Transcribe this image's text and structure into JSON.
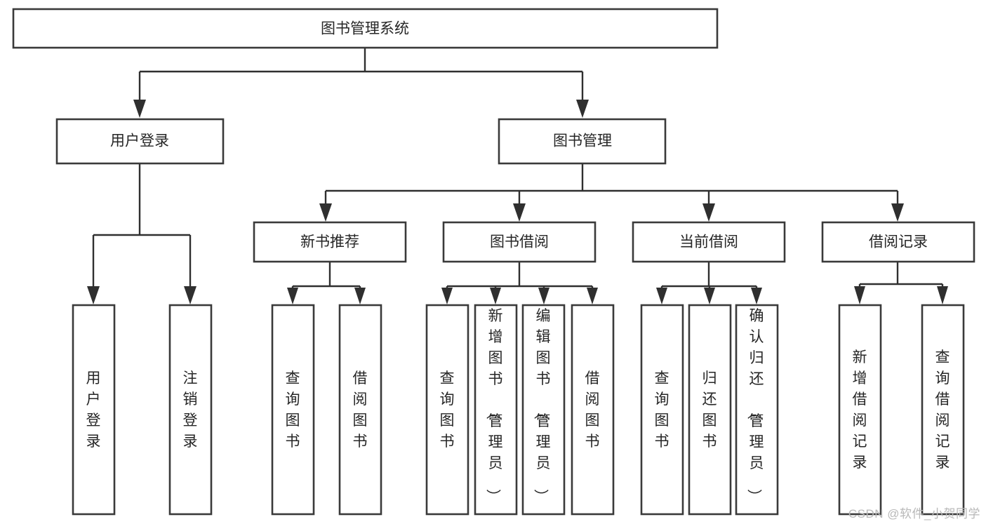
{
  "diagram": {
    "title": "图书管理系统",
    "type": "tree-hierarchy-chart",
    "orientation": "top-down",
    "colors": {
      "box_fill": "#ffffff",
      "box_stroke": "#3a3a3a",
      "edge": "#2f2f2f",
      "text": "#262626",
      "background": "#ffffff",
      "watermark": "#b8b8b8"
    },
    "root": {
      "id": "root",
      "label": "图书管理系统",
      "orientation": "horizontal"
    },
    "level2": [
      {
        "id": "user-login",
        "label": "用户登录",
        "orientation": "horizontal"
      },
      {
        "id": "book-management",
        "label": "图书管理",
        "orientation": "horizontal"
      }
    ],
    "level3": [
      {
        "id": "new-book-recommend",
        "label": "新书推荐",
        "orientation": "horizontal",
        "parent": "book-management"
      },
      {
        "id": "book-borrow",
        "label": "图书借阅",
        "orientation": "horizontal",
        "parent": "book-management"
      },
      {
        "id": "current-borrow",
        "label": "当前借阅",
        "orientation": "horizontal",
        "parent": "book-management"
      },
      {
        "id": "borrow-record",
        "label": "借阅记录",
        "orientation": "horizontal",
        "parent": "book-management"
      }
    ],
    "leaves": [
      {
        "id": "leaf-user-login",
        "label": "用户登录",
        "orientation": "vertical",
        "parent": "user-login",
        "align": "middle"
      },
      {
        "id": "leaf-user-logout",
        "label": "注销登录",
        "orientation": "vertical",
        "parent": "user-login",
        "align": "middle"
      },
      {
        "id": "leaf-query-book-1",
        "label": "查询图书",
        "orientation": "vertical",
        "parent": "new-book-recommend",
        "align": "middle"
      },
      {
        "id": "leaf-borrow-book-1",
        "label": "借阅图书",
        "orientation": "vertical",
        "parent": "new-book-recommend",
        "align": "middle"
      },
      {
        "id": "leaf-query-book-2",
        "label": "查询图书",
        "orientation": "vertical",
        "parent": "book-borrow",
        "align": "middle"
      },
      {
        "id": "leaf-add-book",
        "label": "新增图书（管理员）",
        "orientation": "vertical",
        "parent": "book-borrow",
        "align": "top"
      },
      {
        "id": "leaf-edit-book",
        "label": "编辑图书（管理员）",
        "orientation": "vertical",
        "parent": "book-borrow",
        "align": "top"
      },
      {
        "id": "leaf-borrow-book-2",
        "label": "借阅图书",
        "orientation": "vertical",
        "parent": "book-borrow",
        "align": "middle"
      },
      {
        "id": "leaf-query-book-3",
        "label": "查询图书",
        "orientation": "vertical",
        "parent": "current-borrow",
        "align": "middle"
      },
      {
        "id": "leaf-return-book",
        "label": "归还图书",
        "orientation": "vertical",
        "parent": "current-borrow",
        "align": "middle"
      },
      {
        "id": "leaf-confirm-return",
        "label": "确认归还（管理员）",
        "orientation": "vertical",
        "parent": "current-borrow",
        "align": "top"
      },
      {
        "id": "leaf-add-record",
        "label": "新增借阅记录",
        "orientation": "vertical",
        "parent": "borrow-record",
        "align": "middle"
      },
      {
        "id": "leaf-query-record",
        "label": "查询借阅记录",
        "orientation": "vertical",
        "parent": "borrow-record",
        "align": "middle"
      }
    ]
  },
  "watermark": {
    "text": "CSDN @软件_小贺同学"
  }
}
